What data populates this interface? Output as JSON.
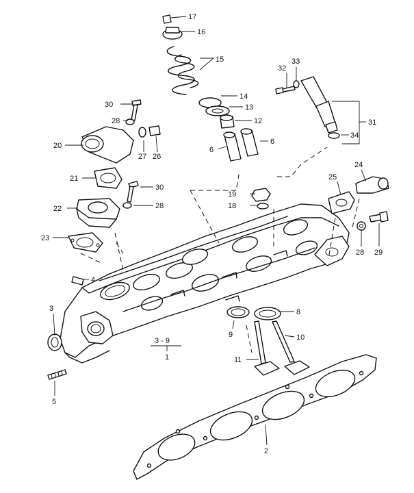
{
  "callouts": {
    "c1": "1",
    "c2": "2",
    "c3": "3",
    "c3_9": "3 - 9",
    "c4": "4",
    "c5": "5",
    "c6a": "6",
    "c6b": "6",
    "c8": "8",
    "c9": "9",
    "c10": "10",
    "c11": "11",
    "c12": "12",
    "c13": "13",
    "c14": "14",
    "c15": "15",
    "c16": "16",
    "c17": "17",
    "c18": "18",
    "c19": "19",
    "c20": "20",
    "c21": "21",
    "c22": "22",
    "c23": "23",
    "c24": "24",
    "c25": "25",
    "c26": "26",
    "c27": "27",
    "c28a": "28",
    "c28b": "28",
    "c28c": "28",
    "c29": "29",
    "c30a": "30",
    "c30b": "30",
    "c31": "31",
    "c32": "32",
    "c33": "33",
    "c34": "34"
  }
}
